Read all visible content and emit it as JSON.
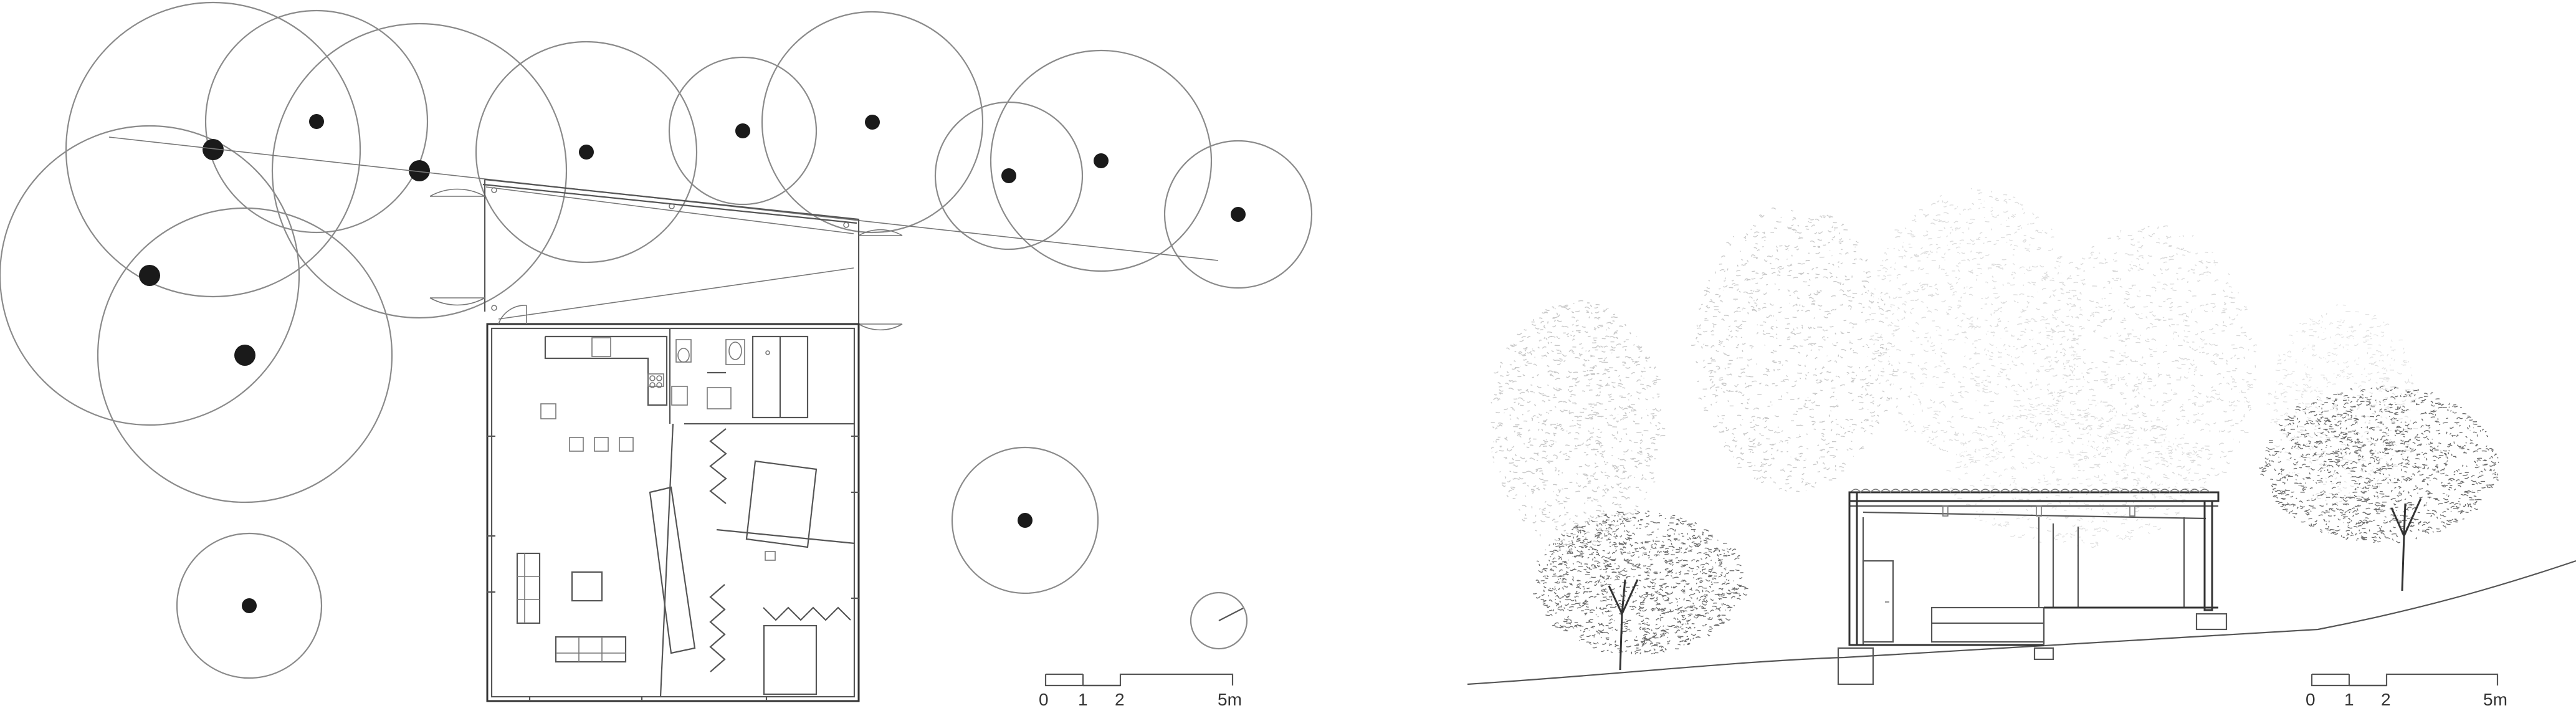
{
  "plan": {
    "scale_bar": {
      "labels": [
        "0",
        "1",
        "2",
        "5m"
      ]
    }
  },
  "section": {
    "scale_bar": {
      "labels": [
        "0",
        "1",
        "2",
        "5m"
      ]
    }
  },
  "colors": {
    "line": "#555555",
    "tree_trunk": "#1a1a1a",
    "foliage_light": "#c8c8c8",
    "foliage_dark": "#6a6a6a"
  }
}
